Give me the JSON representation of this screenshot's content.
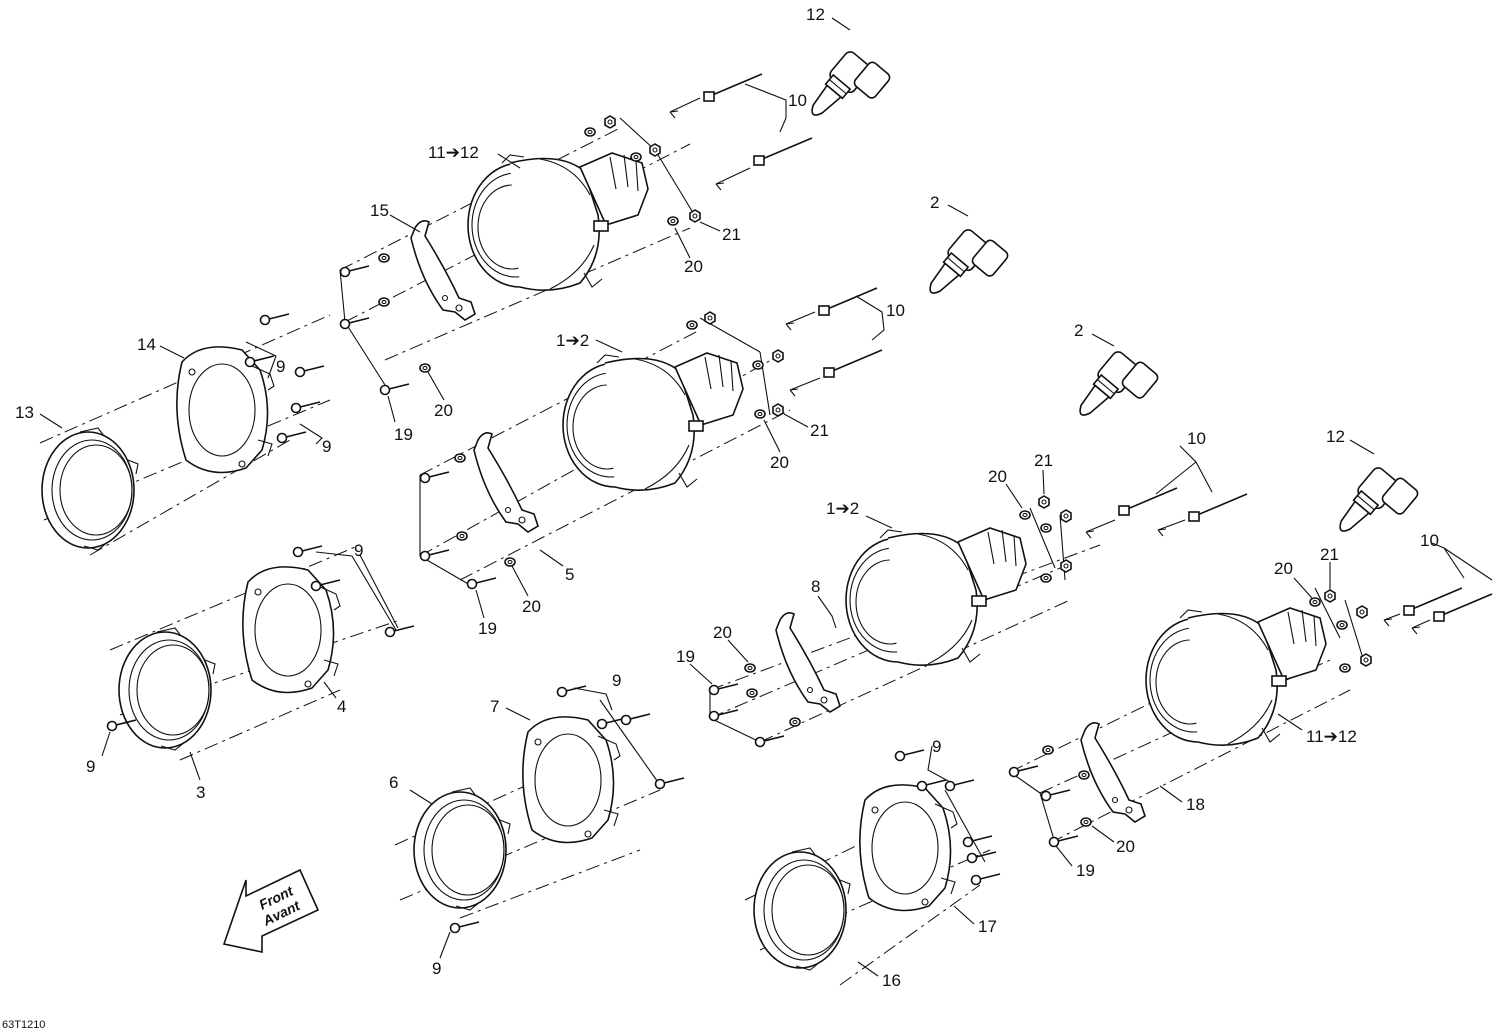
{
  "drawing_code": "63T1210",
  "front_arrow": {
    "line1": "Front",
    "line2": "Avant"
  },
  "labels": {
    "l12a": "12",
    "l10a": "10",
    "l11_12a": "11➔12",
    "l15": "15",
    "l21a": "21",
    "l20a": "20",
    "l2a": "2",
    "l2b": "2",
    "l10b": "10",
    "l1_2a": "1➔2",
    "l21b": "21",
    "l20b": "20",
    "l14": "14",
    "l9a": "9",
    "l13": "13",
    "l9b": "9",
    "l19a": "19",
    "l20c": "20",
    "l5": "5",
    "l20d": "20",
    "l19b": "19",
    "l9c": "9",
    "l4": "4",
    "l9d": "9",
    "l3": "3",
    "l10c": "10",
    "l12b": "12",
    "l20e": "20",
    "l21c": "21",
    "l1_2b": "1➔2",
    "l8": "8",
    "l20f": "20",
    "l19c": "19",
    "l10d": "10",
    "l21d": "21",
    "l20g": "20",
    "l11_12b": "11➔12",
    "l9e": "9",
    "l7": "7",
    "l6": "6",
    "l9f": "9",
    "l9g": "9",
    "l17": "17",
    "l16": "16",
    "l18": "18",
    "l20h": "20",
    "l19d": "19"
  }
}
